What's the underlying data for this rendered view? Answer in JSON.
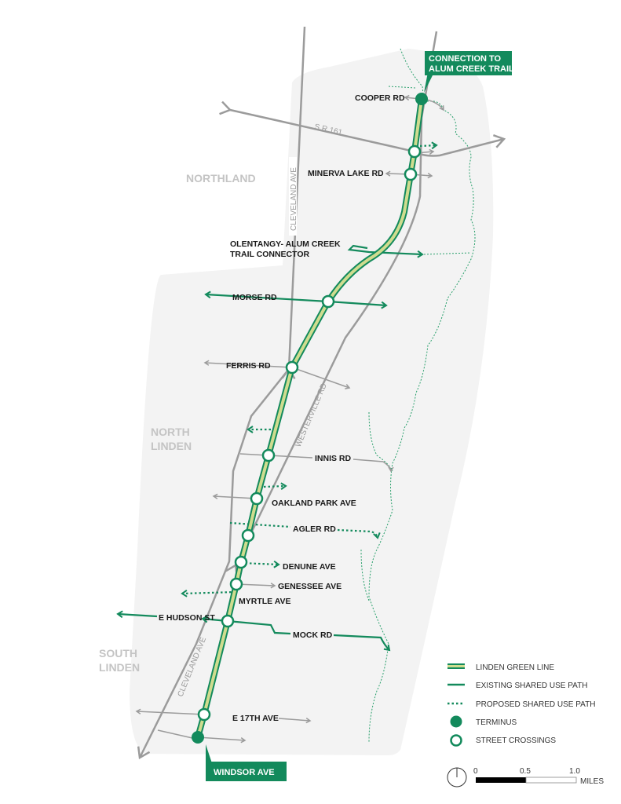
{
  "colors": {
    "green": "#138a5c",
    "line_fill": "#cfdc8f",
    "road": "#9b9b9b",
    "area": "#f3f3f3",
    "neighborhood": "#c4c4c4"
  },
  "callouts": {
    "north_line1": "CONNECTION TO",
    "north_line2": "ALUM CREEK TRAIL",
    "south": "WINDSOR AVE"
  },
  "neighborhoods": {
    "northland": "NORTHLAND",
    "north_linden_1": "NORTH",
    "north_linden_2": "LINDEN",
    "south_linden_1": "SOUTH",
    "south_linden_2": "LINDEN"
  },
  "roads": {
    "cleveland_upper": "CLEVELAND AVE",
    "cleveland_lower": "CLEVELAND AVE",
    "sr161": "S.R.161",
    "westerville": "WESTERVILLE RD"
  },
  "streets": {
    "cooper": "COOPER RD",
    "minerva": "MINERVA LAKE RD",
    "olentangy_1": "OLENTANGY- ALUM CREEK",
    "olentangy_2": "TRAIL CONNECTOR",
    "morse": "MORSE RD",
    "ferris": "FERRIS RD",
    "innis": "INNIS RD",
    "oakland": "OAKLAND PARK AVE",
    "agler": "AGLER RD",
    "denune": "DENUNE AVE",
    "genessee": "GENESSEE AVE",
    "myrtle": "MYRTLE AVE",
    "hudson": "E HUDSON ST",
    "mock": "MOCK RD",
    "e17th": "E 17TH AVE"
  },
  "legend": {
    "items": [
      "LINDEN GREEN LINE",
      "EXISTING SHARED USE PATH",
      "PROPOSED SHARED USE PATH",
      "TERMINUS",
      "STREET CROSSINGS"
    ]
  },
  "scale": {
    "tick0": "0",
    "tick1": "0.5",
    "tick2": "1.0",
    "unit": "MILES"
  }
}
